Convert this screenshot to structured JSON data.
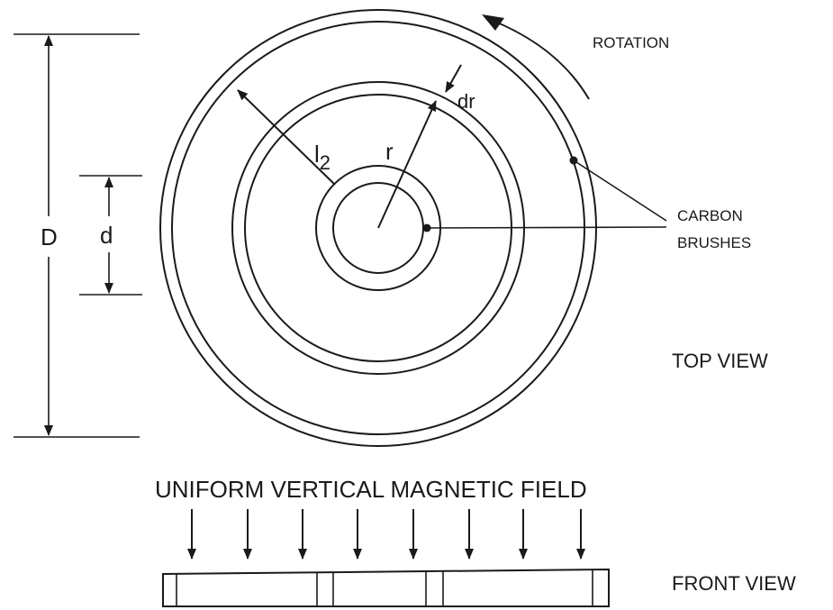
{
  "labels": {
    "rotation": "ROTATION",
    "carbon_line1": "CARBON",
    "carbon_line2": "BRUSHES",
    "top_view": "TOP VIEW",
    "front_view": "FRONT VIEW",
    "field": "UNIFORM VERTICAL MAGNETIC FIELD",
    "outer_diameter": "D",
    "inner_diameter": "d",
    "radius_outer": "l",
    "radius_outer_sub": "2",
    "radius": "r",
    "radius_increment": "dr"
  },
  "colors": {
    "ink": "#1a1a1a",
    "background": "#ffffff"
  }
}
